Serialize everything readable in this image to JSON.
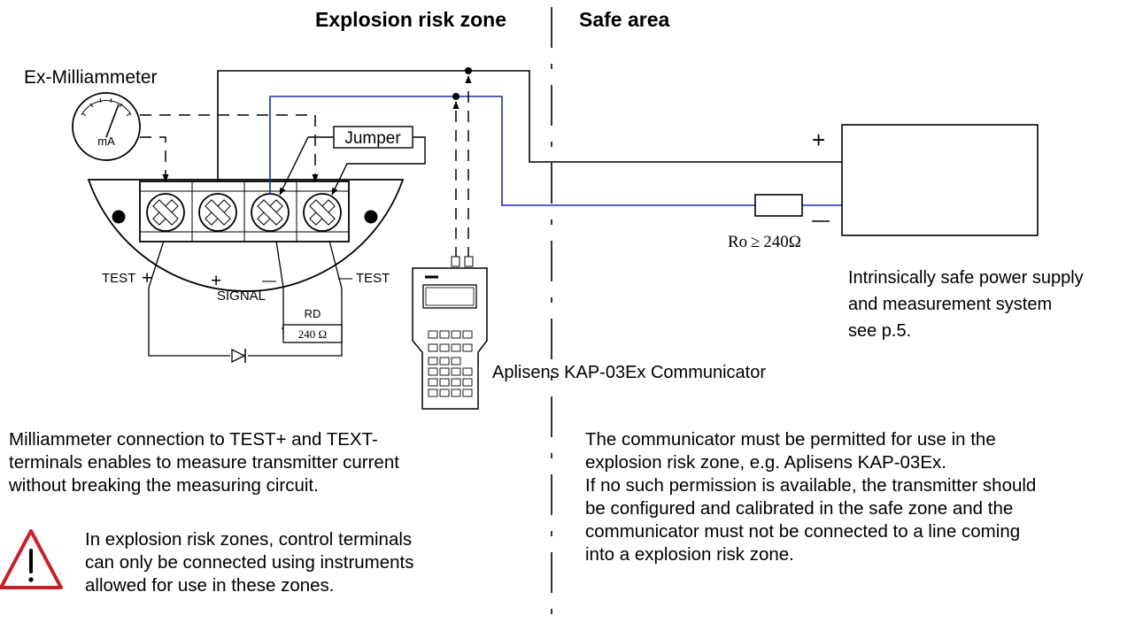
{
  "headers": {
    "left_zone": "Explosion risk zone",
    "right_zone": "Safe area"
  },
  "labels": {
    "meter_title": "Ex-Milliammeter",
    "meter_unit": "mA",
    "jumper": "Jumper",
    "test_plus": "TEST",
    "test_minus": "TEST",
    "signal": "SIGNAL",
    "plus_sign": "+",
    "minus_sign": "—",
    "rd": "RD",
    "rd_value": "240 Ω",
    "power_plus": "+",
    "resistor": "Ro ≥ 240Ω",
    "communicator": "Aplisens KAP-03Ex Communicator",
    "supply": [
      "Intrinsically safe power supply",
      "and measurement system",
      "see p.5."
    ]
  },
  "notes": {
    "milliammeter": [
      "Milliammeter connection to TEST+ and TEXT-",
      "terminals enables to measure transmitter current",
      "without breaking the measuring circuit."
    ],
    "warning": [
      "In explosion risk zones, control terminals",
      "can only be connected using instruments",
      "allowed for use in these zones."
    ],
    "communicator": [
      "The communicator must be permitted for use in the",
      "explosion risk zone, e.g. Aplisens KAP-03Ex.",
      "If no such permission is available, the transmitter should",
      "be configured and calibrated in the safe zone and the",
      "communicator must not be connected to a line coming",
      "into a explosion risk zone."
    ]
  },
  "colors": {
    "wire": "#000000",
    "signal_wire": "#1a2fa3",
    "warning": "#c8202a"
  }
}
